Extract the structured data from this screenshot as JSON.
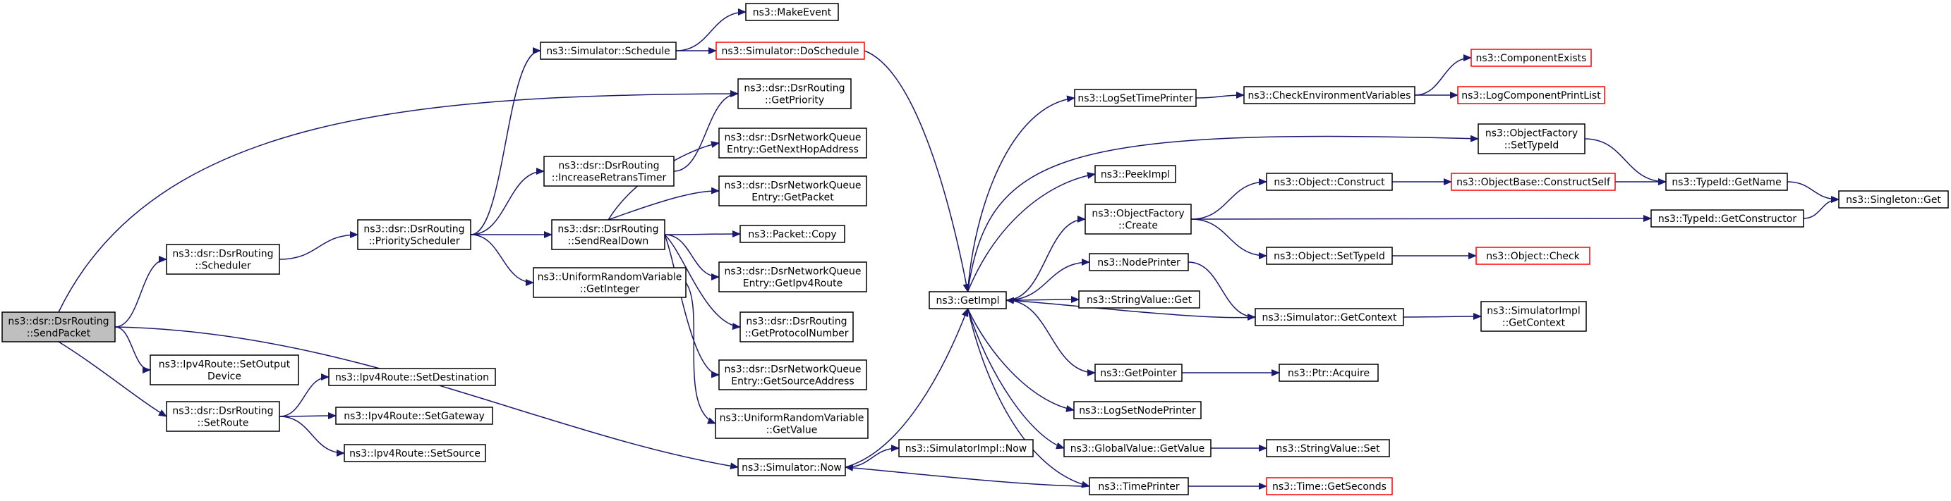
{
  "graph": {
    "colors": {
      "edge": "#191970",
      "border": "#000000",
      "red_border": "#ff0000",
      "root_fill": "#bfbfbf"
    },
    "nodes": [
      {
        "id": "send_packet",
        "lines": [
          "ns3::dsr::DsrRouting",
          "::SendPacket"
        ],
        "style": "root"
      },
      {
        "id": "scheduler",
        "lines": [
          "ns3::dsr::DsrRouting",
          "::Scheduler"
        ],
        "style": "normal"
      },
      {
        "id": "priority_scheduler",
        "lines": [
          "ns3::dsr::DsrRouting",
          "::PriorityScheduler"
        ],
        "style": "normal"
      },
      {
        "id": "set_output_device",
        "lines": [
          "ns3::Ipv4Route::SetOutput",
          "Device"
        ],
        "style": "normal"
      },
      {
        "id": "set_route",
        "lines": [
          "ns3::dsr::DsrRouting",
          "::SetRoute"
        ],
        "style": "normal"
      },
      {
        "id": "set_destination",
        "lines": [
          "ns3::Ipv4Route::SetDestination"
        ],
        "style": "normal"
      },
      {
        "id": "set_gateway",
        "lines": [
          "ns3::Ipv4Route::SetGateway"
        ],
        "style": "normal"
      },
      {
        "id": "set_source",
        "lines": [
          "ns3::Ipv4Route::SetSource"
        ],
        "style": "normal"
      },
      {
        "id": "sim_schedule",
        "lines": [
          "ns3::Simulator::Schedule"
        ],
        "style": "normal"
      },
      {
        "id": "make_event",
        "lines": [
          "ns3::MakeEvent"
        ],
        "style": "normal"
      },
      {
        "id": "do_schedule",
        "lines": [
          "ns3::Simulator::DoSchedule"
        ],
        "style": "red"
      },
      {
        "id": "get_priority",
        "lines": [
          "ns3::dsr::DsrRouting",
          "::GetPriority"
        ],
        "style": "normal"
      },
      {
        "id": "increase_retrans",
        "lines": [
          "ns3::dsr::DsrRouting",
          "::IncreaseRetransTimer"
        ],
        "style": "normal"
      },
      {
        "id": "send_real_down",
        "lines": [
          "ns3::dsr::DsrRouting",
          "::SendRealDown"
        ],
        "style": "normal"
      },
      {
        "id": "get_integer",
        "lines": [
          "ns3::UniformRandomVariable",
          "::GetInteger"
        ],
        "style": "normal"
      },
      {
        "id": "get_next_hop",
        "lines": [
          "ns3::dsr::DsrNetworkQueue",
          "Entry::GetNextHopAddress"
        ],
        "style": "normal"
      },
      {
        "id": "get_packet",
        "lines": [
          "ns3::dsr::DsrNetworkQueue",
          "Entry::GetPacket"
        ],
        "style": "normal"
      },
      {
        "id": "packet_copy",
        "lines": [
          "ns3::Packet::Copy"
        ],
        "style": "normal"
      },
      {
        "id": "get_ipv4_route",
        "lines": [
          "ns3::dsr::DsrNetworkQueue",
          "Entry::GetIpv4Route"
        ],
        "style": "normal"
      },
      {
        "id": "get_protocol_number",
        "lines": [
          "ns3::dsr::DsrRouting",
          "::GetProtocolNumber"
        ],
        "style": "normal"
      },
      {
        "id": "get_source_address",
        "lines": [
          "ns3::dsr::DsrNetworkQueue",
          "Entry::GetSourceAddress"
        ],
        "style": "normal"
      },
      {
        "id": "get_value_urv",
        "lines": [
          "ns3::UniformRandomVariable",
          "::GetValue"
        ],
        "style": "normal"
      },
      {
        "id": "sim_now",
        "lines": [
          "ns3::Simulator::Now"
        ],
        "style": "normal"
      },
      {
        "id": "simimpl_now",
        "lines": [
          "ns3::SimulatorImpl::Now"
        ],
        "style": "normal"
      },
      {
        "id": "get_impl",
        "lines": [
          "ns3::GetImpl"
        ],
        "style": "normal"
      },
      {
        "id": "log_set_time_printer",
        "lines": [
          "ns3::LogSetTimePrinter"
        ],
        "style": "normal"
      },
      {
        "id": "check_env_vars",
        "lines": [
          "ns3::CheckEnvironmentVariables"
        ],
        "style": "normal"
      },
      {
        "id": "component_exists",
        "lines": [
          "ns3::ComponentExists"
        ],
        "style": "red"
      },
      {
        "id": "log_component_print_list",
        "lines": [
          "ns3::LogComponentPrintList"
        ],
        "style": "red"
      },
      {
        "id": "of_set_type_id",
        "lines": [
          "ns3::ObjectFactory",
          "::SetTypeId"
        ],
        "style": "normal"
      },
      {
        "id": "peek_impl",
        "lines": [
          "ns3::PeekImpl"
        ],
        "style": "normal"
      },
      {
        "id": "of_create",
        "lines": [
          "ns3::ObjectFactory",
          "::Create"
        ],
        "style": "normal"
      },
      {
        "id": "object_construct",
        "lines": [
          "ns3::Object::Construct"
        ],
        "style": "normal"
      },
      {
        "id": "construct_self",
        "lines": [
          "ns3::ObjectBase::ConstructSelf"
        ],
        "style": "red"
      },
      {
        "id": "typeid_get_name",
        "lines": [
          "ns3::TypeId::GetName"
        ],
        "style": "normal"
      },
      {
        "id": "singleton_get",
        "lines": [
          "ns3::Singleton::Get"
        ],
        "style": "normal"
      },
      {
        "id": "typeid_get_constructor",
        "lines": [
          "ns3::TypeId::GetConstructor"
        ],
        "style": "normal"
      },
      {
        "id": "object_set_type_id",
        "lines": [
          "ns3::Object::SetTypeId"
        ],
        "style": "normal"
      },
      {
        "id": "object_check",
        "lines": [
          "ns3::Object::Check"
        ],
        "style": "red"
      },
      {
        "id": "node_printer",
        "lines": [
          "ns3::NodePrinter"
        ],
        "style": "normal"
      },
      {
        "id": "string_value_get",
        "lines": [
          "ns3::StringValue::Get"
        ],
        "style": "normal"
      },
      {
        "id": "sim_get_context",
        "lines": [
          "ns3::Simulator::GetContext"
        ],
        "style": "normal"
      },
      {
        "id": "simimpl_get_context",
        "lines": [
          "ns3::SimulatorImpl",
          "::GetContext"
        ],
        "style": "normal"
      },
      {
        "id": "get_pointer",
        "lines": [
          "ns3::GetPointer"
        ],
        "style": "normal"
      },
      {
        "id": "ptr_acquire",
        "lines": [
          "ns3::Ptr::Acquire"
        ],
        "style": "normal"
      },
      {
        "id": "log_set_node_printer",
        "lines": [
          "ns3::LogSetNodePrinter"
        ],
        "style": "normal"
      },
      {
        "id": "global_value_get",
        "lines": [
          "ns3::GlobalValue::GetValue"
        ],
        "style": "normal"
      },
      {
        "id": "string_value_set",
        "lines": [
          "ns3::StringValue::Set"
        ],
        "style": "normal"
      },
      {
        "id": "time_printer",
        "lines": [
          "ns3::TimePrinter"
        ],
        "style": "normal"
      },
      {
        "id": "time_get_seconds",
        "lines": [
          "ns3::Time::GetSeconds"
        ],
        "style": "red"
      }
    ],
    "edges": [
      [
        "send_packet",
        "scheduler"
      ],
      [
        "send_packet",
        "get_priority"
      ],
      [
        "send_packet",
        "set_output_device"
      ],
      [
        "send_packet",
        "set_route"
      ],
      [
        "send_packet",
        "sim_now"
      ],
      [
        "scheduler",
        "priority_scheduler"
      ],
      [
        "priority_scheduler",
        "sim_schedule"
      ],
      [
        "priority_scheduler",
        "increase_retrans"
      ],
      [
        "priority_scheduler",
        "send_real_down"
      ],
      [
        "priority_scheduler",
        "get_integer"
      ],
      [
        "set_route",
        "set_destination"
      ],
      [
        "set_route",
        "set_gateway"
      ],
      [
        "set_route",
        "set_source"
      ],
      [
        "sim_schedule",
        "make_event"
      ],
      [
        "sim_schedule",
        "do_schedule"
      ],
      [
        "do_schedule",
        "get_impl"
      ],
      [
        "increase_retrans",
        "get_priority"
      ],
      [
        "send_real_down",
        "get_next_hop"
      ],
      [
        "send_real_down",
        "get_packet"
      ],
      [
        "send_real_down",
        "packet_copy"
      ],
      [
        "send_real_down",
        "get_ipv4_route"
      ],
      [
        "send_real_down",
        "get_protocol_number"
      ],
      [
        "send_real_down",
        "get_source_address"
      ],
      [
        "get_integer",
        "get_value_urv"
      ],
      [
        "sim_now",
        "get_impl"
      ],
      [
        "sim_now",
        "simimpl_now"
      ],
      [
        "get_impl",
        "log_set_time_printer"
      ],
      [
        "get_impl",
        "of_set_type_id"
      ],
      [
        "get_impl",
        "peek_impl"
      ],
      [
        "get_impl",
        "of_create"
      ],
      [
        "get_impl",
        "node_printer"
      ],
      [
        "get_impl",
        "string_value_get"
      ],
      [
        "get_impl",
        "get_pointer"
      ],
      [
        "get_impl",
        "log_set_node_printer"
      ],
      [
        "get_impl",
        "global_value_get"
      ],
      [
        "get_impl",
        "time_printer"
      ],
      [
        "log_set_time_printer",
        "check_env_vars"
      ],
      [
        "check_env_vars",
        "component_exists"
      ],
      [
        "check_env_vars",
        "log_component_print_list"
      ],
      [
        "of_set_type_id",
        "typeid_get_name"
      ],
      [
        "of_create",
        "object_construct"
      ],
      [
        "of_create",
        "typeid_get_constructor"
      ],
      [
        "of_create",
        "object_set_type_id"
      ],
      [
        "object_construct",
        "construct_self"
      ],
      [
        "construct_self",
        "typeid_get_name"
      ],
      [
        "typeid_get_name",
        "singleton_get"
      ],
      [
        "typeid_get_constructor",
        "singleton_get"
      ],
      [
        "object_set_type_id",
        "object_check"
      ],
      [
        "node_printer",
        "sim_get_context"
      ],
      [
        "sim_get_context",
        "get_impl"
      ],
      [
        "sim_get_context",
        "simimpl_get_context"
      ],
      [
        "get_pointer",
        "ptr_acquire"
      ],
      [
        "global_value_get",
        "string_value_set"
      ],
      [
        "time_printer",
        "sim_now"
      ],
      [
        "time_printer",
        "time_get_seconds"
      ]
    ]
  }
}
